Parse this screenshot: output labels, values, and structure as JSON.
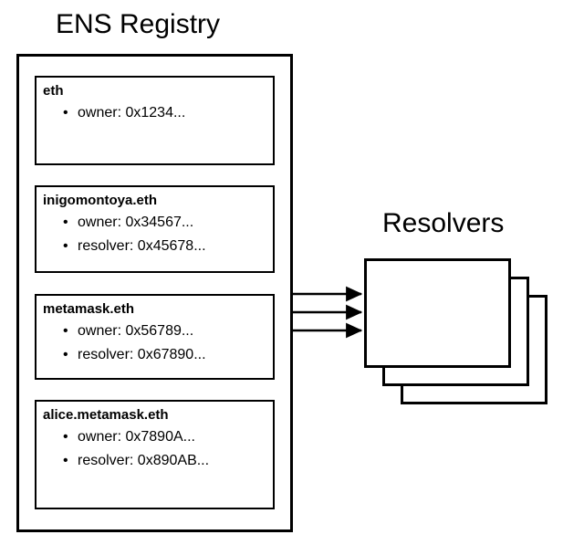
{
  "diagram": {
    "background_color": "#ffffff",
    "line_color": "#000000",
    "registry": {
      "title": "ENS Registry",
      "records": [
        {
          "name": "eth",
          "attributes": [
            {
              "bullet": "•",
              "text": "owner: 0x1234..."
            }
          ]
        },
        {
          "name": "inigomontoya.eth",
          "attributes": [
            {
              "bullet": "•",
              "text": "owner: 0x34567..."
            },
            {
              "bullet": "•",
              "text": "resolver: 0x45678..."
            }
          ]
        },
        {
          "name": "metamask.eth",
          "attributes": [
            {
              "bullet": "•",
              "text": "owner: 0x56789..."
            },
            {
              "bullet": "•",
              "text": "resolver: 0x67890..."
            }
          ]
        },
        {
          "name": "alice.metamask.eth",
          "attributes": [
            {
              "bullet": "•",
              "text": "owner: 0x7890A..."
            },
            {
              "bullet": "•",
              "text": "resolver: 0x890AB..."
            }
          ]
        }
      ]
    },
    "resolvers": {
      "title": "Resolvers",
      "stack_count": 3
    },
    "arrows": {
      "count": 3,
      "direction": "registry-to-resolvers"
    }
  }
}
